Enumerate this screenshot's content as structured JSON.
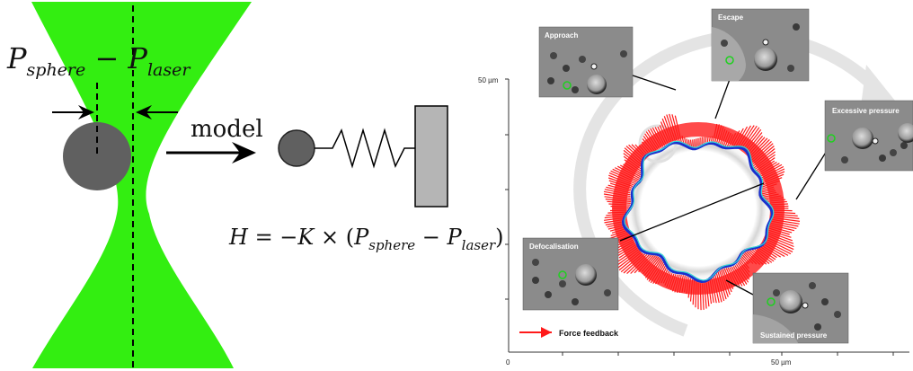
{
  "left_panel": {
    "beam_color": "#33ee11",
    "sphere_color": "#606060",
    "spring_block_color": "#b5b5b5",
    "delta_label": {
      "P1": "P",
      "sub1": "sphere",
      "minus": " − ",
      "P2": "P",
      "sub2": "laser"
    },
    "arrow_label": "model",
    "equation": {
      "lhs": "H",
      "equals": " = −",
      "K": "K",
      "times": " × (",
      "P1": "P",
      "sub1": "sphere",
      "minus": " − ",
      "P2": "P",
      "sub2": "laser",
      "close": ")"
    }
  },
  "right_panel": {
    "y_axis_label": "50 µm",
    "x_axis_label": "50 µm",
    "x_origin_label": "0",
    "force_arrow_color": "#ff1a1a",
    "trajectory_color": "#1a2fcc",
    "insets": {
      "approach": "Approach",
      "escape": "Escape",
      "excessive": "Excessive pressure",
      "defocalisation": "Defocalisation",
      "sustained": "Sustained pressure"
    },
    "legend_label": "Force feedback"
  }
}
